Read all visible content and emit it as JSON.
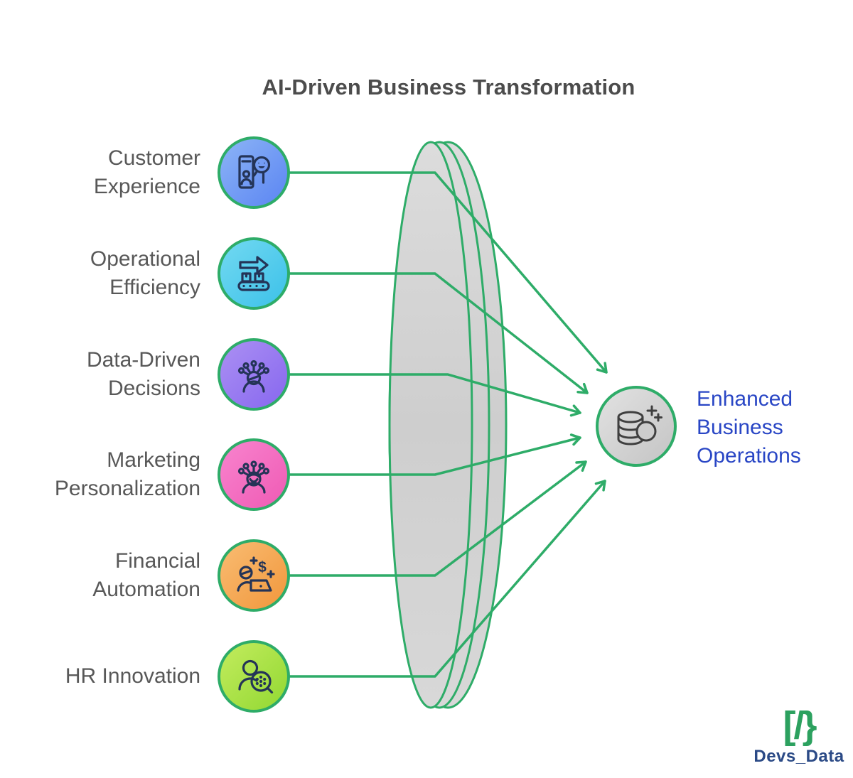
{
  "title": "AI-Driven Business Transformation",
  "sources": [
    {
      "label": "Customer\nExperience",
      "icon": "customer-experience",
      "colors": {
        "from": "#8cb4f6",
        "to": "#5b85f2"
      }
    },
    {
      "label": "Operational\nEfficiency",
      "icon": "operational-efficiency",
      "colors": {
        "from": "#72d9f1",
        "to": "#3cc1e9"
      }
    },
    {
      "label": "Data-Driven\nDecisions",
      "icon": "data-driven-decisions",
      "colors": {
        "from": "#ab90f3",
        "to": "#8767ef"
      }
    },
    {
      "label": "Marketing\nPersonalization",
      "icon": "marketing-personalization",
      "colors": {
        "from": "#f884ce",
        "to": "#ef5ab4"
      }
    },
    {
      "label": "Financial\nAutomation",
      "icon": "financial-automation",
      "colors": {
        "from": "#f9bc72",
        "to": "#f1973c"
      }
    },
    {
      "label": "HR Innovation",
      "icon": "hr-innovation",
      "colors": {
        "from": "#c3ec5e",
        "to": "#92d832"
      }
    }
  ],
  "result": {
    "label": "Enhanced\nBusiness\nOperations"
  },
  "footer": {
    "glyph": "[/}",
    "brand": "Devs_Data"
  },
  "palette": {
    "connector_green": "#2eac68",
    "lens_gray": "#d2d2d2",
    "icon_stroke": "#243457",
    "result_icon_stroke": "#3f3f3f",
    "title_color": "#4c4c4c",
    "label_color": "#585858",
    "result_text_color": "#2946c5",
    "brand_text_color": "#2b4a86",
    "brand_glyph_color": "#2ca15f"
  }
}
